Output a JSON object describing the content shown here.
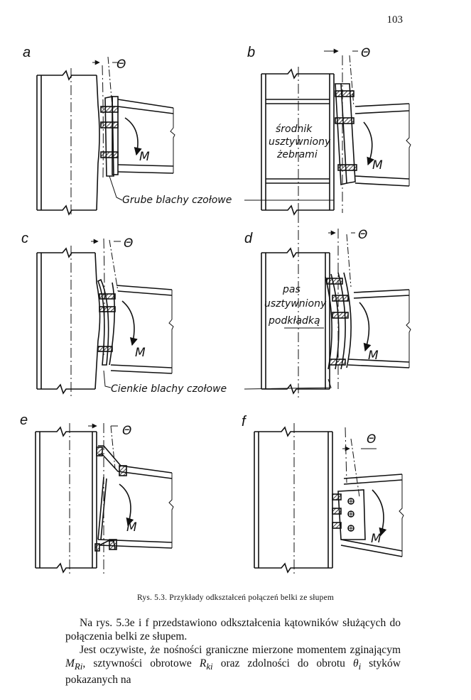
{
  "page": {
    "number": "103"
  },
  "figure": {
    "panels": [
      {
        "letter": "a"
      },
      {
        "letter": "b"
      },
      {
        "letter": "c"
      },
      {
        "letter": "d"
      },
      {
        "letter": "e"
      },
      {
        "letter": "f"
      }
    ],
    "theta_symbol": "Θ",
    "moment_symbol": "M",
    "labels": {
      "thick_end_plates": "Grube blachy czołowe",
      "thin_end_plates": "Cienkie blachy czołowe",
      "web_line1": "środnik",
      "web_line2": "usztywniony",
      "web_line3": "żebrami",
      "flange_line1": "pas",
      "flange_line2": "usztywniony",
      "flange_line3": "podkładką"
    }
  },
  "caption": "Rys. 5.3. Przykłady odkształceń połączeń belki ze słupem",
  "text": {
    "p1": "Na rys. 5.3e i f przedstawiono odkształcenia kątowników służących do połączenia belki ze słupem.",
    "p2_a": "Jest oczywiste, że nośności graniczne mierzone momentem zginającym ",
    "p2_m": "M",
    "p2_m_sub": "Ri",
    "p2_b": ", sztywności obrotowe ",
    "p2_r": "R",
    "p2_r_sub": "ki",
    "p2_c": " oraz zdolności do obrotu ",
    "p2_t": "θ",
    "p2_t_sub": "i",
    "p2_d": " styków pokazanych na"
  }
}
